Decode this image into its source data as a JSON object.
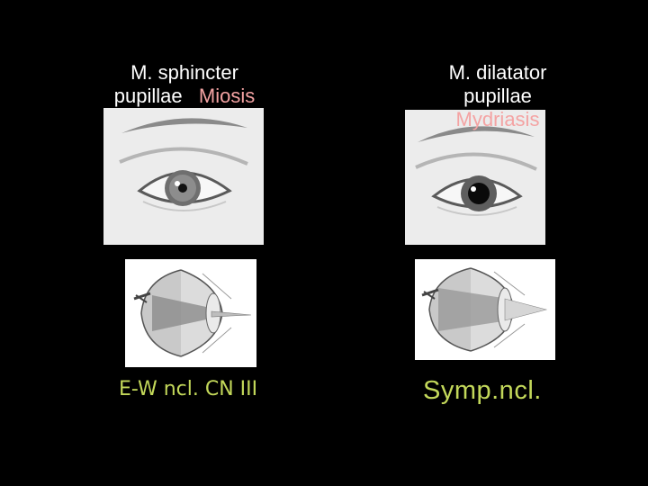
{
  "left_panel": {
    "muscle_line1": "M. sphincter",
    "muscle_line2": "pupillae",
    "effect": "Miosis",
    "nucleus_label": "E-W ncl. CN III"
  },
  "right_panel": {
    "muscle_line1": "M. dilatator",
    "muscle_line2": "pupillae",
    "effect": "Mydriasis",
    "nucleus_label": "Symp.ncl."
  },
  "colors": {
    "background": "#000000",
    "caption_text": "#ffffff",
    "effect_text": "#f4a3a3",
    "nucleus_text": "#c3d85a"
  }
}
